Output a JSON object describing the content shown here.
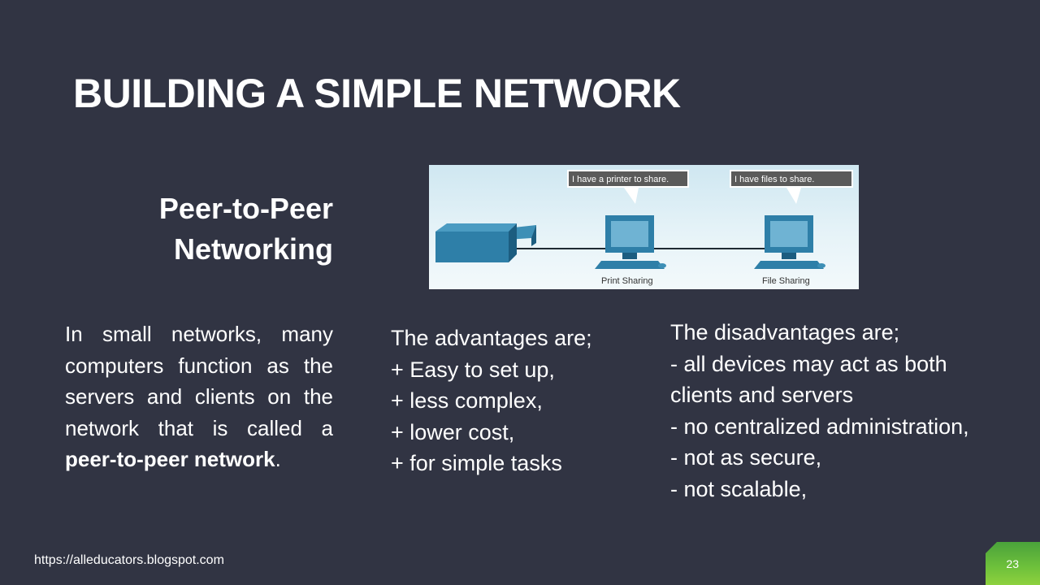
{
  "slide": {
    "title": "BUILDING A SIMPLE NETWORK",
    "subtitle_line1": "Peer-to-Peer",
    "subtitle_line2": "Networking",
    "intro_text": "In small networks, many computers function as the servers and clients on the network that is called a ",
    "intro_bold": "peer-to-peer network",
    "intro_end": ".",
    "advantages": {
      "heading": "The advantages are;",
      "items": [
        "+ Easy to set up,",
        "+ less complex,",
        "+ lower cost,",
        "+ for simple tasks"
      ]
    },
    "disadvantages": {
      "heading": "The disadvantages are;",
      "items": [
        "- all devices may act as both",
        "clients and servers",
        "- no centralized administration,",
        "- not as secure,",
        "- not scalable,"
      ]
    },
    "footer_url": "https://alleducators.blogspot.com",
    "page_number": "23"
  },
  "figure": {
    "callout_printer": "I have a printer to share.",
    "callout_files": "I have files to share.",
    "caption_print": "Print Sharing",
    "caption_file": "File Sharing",
    "colors": {
      "device": "#2e7fa8",
      "device_dark": "#1c5d80",
      "callout": "#5a5a5a"
    }
  }
}
